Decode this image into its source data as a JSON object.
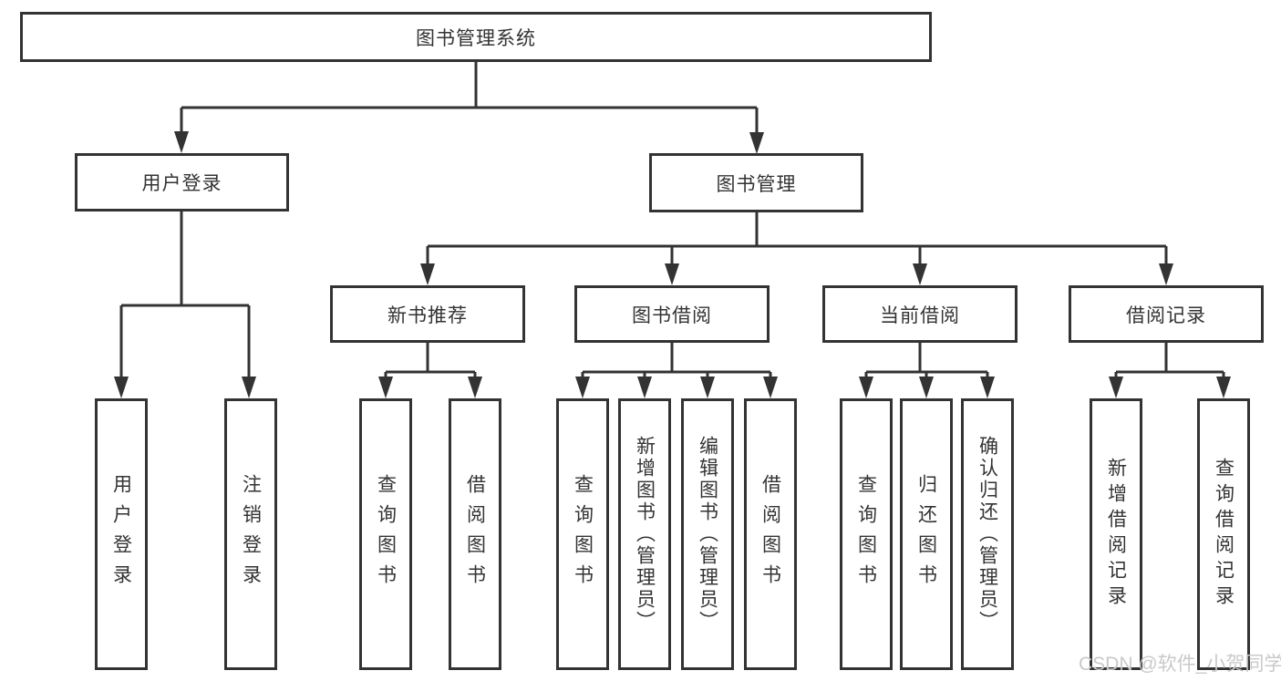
{
  "diagram": {
    "root": {
      "label": "图书管理系统"
    },
    "branches": [
      {
        "label": "用户登录",
        "children": [
          {
            "label": "用户登录"
          },
          {
            "label": "注销登录"
          }
        ]
      },
      {
        "label": "图书管理",
        "sections": [
          {
            "label": "新书推荐",
            "children": [
              {
                "label": "查询图书"
              },
              {
                "label": "借阅图书"
              }
            ]
          },
          {
            "label": "图书借阅",
            "children": [
              {
                "label": "查询图书"
              },
              {
                "label": "新增图书（管理员）"
              },
              {
                "label": "编辑图书（管理员）"
              },
              {
                "label": "借阅图书"
              }
            ]
          },
          {
            "label": "当前借阅",
            "children": [
              {
                "label": "查询图书"
              },
              {
                "label": "归还图书"
              },
              {
                "label": "确认归还（管理员）"
              }
            ]
          },
          {
            "label": "借阅记录",
            "children": [
              {
                "label": "新增借阅记录"
              },
              {
                "label": "查询借阅记录"
              }
            ]
          }
        ]
      }
    ]
  },
  "watermark": {
    "text": "CSDN @软件_小贺同学"
  },
  "colors": {
    "line": "#333333",
    "text": "#333333",
    "box_background": "#ffffff",
    "watermark": "#c9c9c9",
    "background": "#ffffff"
  }
}
